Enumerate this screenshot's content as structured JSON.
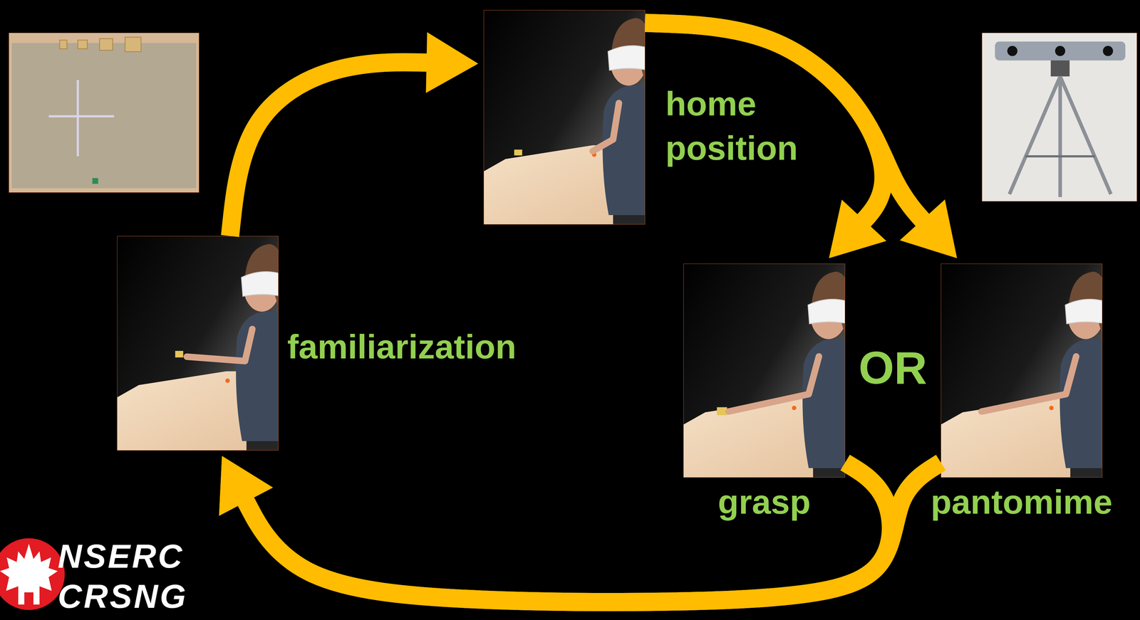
{
  "diagram": {
    "nodes": [
      {
        "text": [
          "home position"
        ]
      },
      {
        "text": [
          "familiarization"
        ]
      },
      {
        "text": [
          "grasp"
        ]
      },
      {
        "text": [
          "pantomime"
        ]
      }
    ],
    "edges": [
      {
        "from": 0,
        "to": 2,
        "arrow": "to"
      },
      {
        "from": 0,
        "to": 3,
        "arrow": "to"
      },
      {
        "from": 2,
        "to": 1,
        "arrow": "to"
      },
      {
        "from": 3,
        "to": 1,
        "arrow": "to"
      },
      {
        "from": 1,
        "to": 0,
        "arrow": "to"
      }
    ],
    "labels": [
      "OR",
      "NSERC",
      "CRSNG"
    ]
  }
}
